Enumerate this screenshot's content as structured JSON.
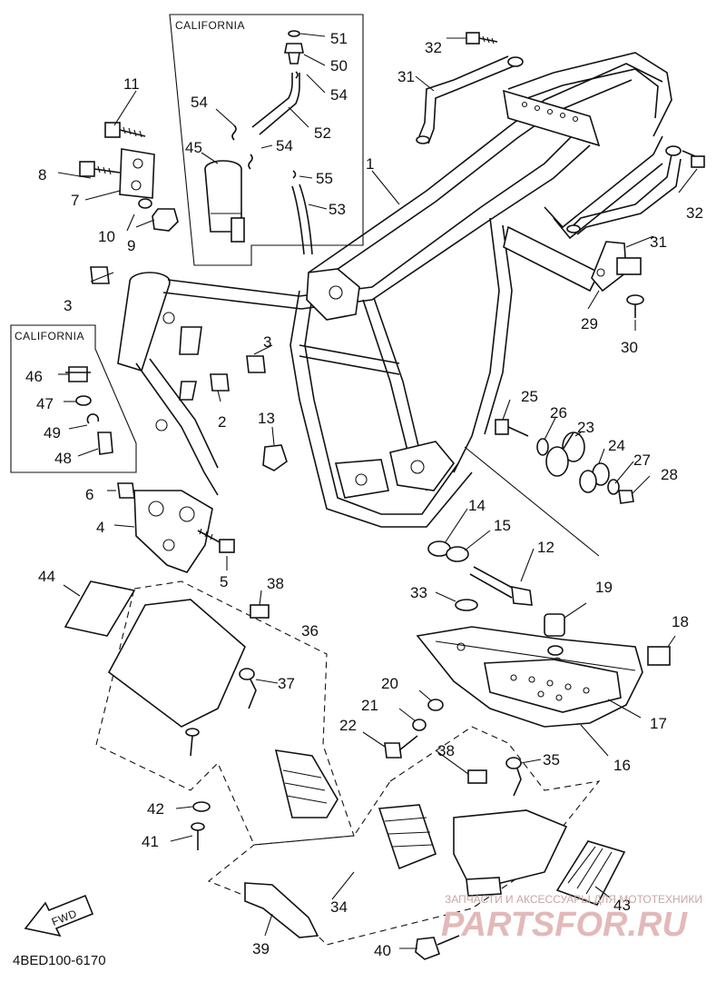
{
  "title": "4BED100-6170",
  "regions": {
    "california_top": "CALIFORNIA",
    "california_left": "CALIFORNIA"
  },
  "direction_arrow": "FWD",
  "watermark": {
    "caption": "ЗАПЧАСТИ И АКСЕССУАРЫ ДЛЯ МОТОТЕХНИКИ",
    "logo_text": "PARTSFOR.RU"
  },
  "callouts": {
    "c1": "1",
    "c2": "2",
    "c3a": "3",
    "c3b": "3",
    "c4": "4",
    "c5": "5",
    "c6": "6",
    "c7": "7",
    "c8": "8",
    "c9": "9",
    "c10": "10",
    "c11": "11",
    "c12": "12",
    "c13": "13",
    "c14": "14",
    "c15": "15",
    "c16": "16",
    "c17": "17",
    "c18": "18",
    "c19": "19",
    "c20": "20",
    "c21": "21",
    "c22": "22",
    "c23": "23",
    "c24": "24",
    "c25": "25",
    "c26": "26",
    "c27": "27",
    "c28": "28",
    "c29": "29",
    "c30": "30",
    "c31a": "31",
    "c31b": "31",
    "c32a": "32",
    "c32b": "32",
    "c33": "33",
    "c34": "34",
    "c35": "35",
    "c36": "36",
    "c37": "37",
    "c38a": "38",
    "c38b": "38",
    "c39": "39",
    "c40": "40",
    "c41": "41",
    "c42": "42",
    "c43": "43",
    "c44": "44",
    "c45": "45",
    "c46": "46",
    "c47": "47",
    "c48": "48",
    "c49": "49",
    "c50": "50",
    "c51": "51",
    "c52": "52",
    "c53": "53",
    "c54a": "54",
    "c54b": "54",
    "c54c": "54",
    "c55": "55"
  }
}
